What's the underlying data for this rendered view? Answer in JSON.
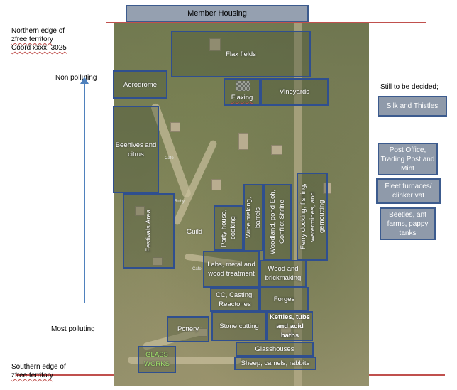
{
  "header": {
    "title": "Member Housing"
  },
  "notes": {
    "north_line1": "Northern edge of",
    "north_line2": "zfree territory",
    "north_line3": "Coord xxxx, 3025",
    "non_polluting": "Non polluting",
    "most_polluting": "Most polluting",
    "south_line1": "Southern edge of",
    "south_line2": "zfree territory",
    "undecided": "Still to be decided;"
  },
  "zones": {
    "flax_fields": "Flax fields",
    "aerodrome": "Aerodrome",
    "flaxing": "Flaxing",
    "vineyards": "Vineyards",
    "beehives": "Beehives and citrus",
    "festivals": "Festivals Area",
    "guild": "Guild",
    "party_house": "Party house, cooking",
    "wine_making": "Wine making, barrels",
    "woodland_pond": "Woodland, pond Eoh, Conflict Shrine",
    "ferry_docking": "Ferry docking, fishing, watermines, and gemcutting",
    "labs": "Labs, metal and wood treatment",
    "wood_brick": "Wood and brickmaking",
    "cc_casting": "CC, Casting, Reactories",
    "forges": "Forges",
    "pottery": "Pottery",
    "stone_cutting": "Stone cutting",
    "kettles": "Kettles, tubs and acid baths",
    "glasshouses": "Glasshouses",
    "glass_works": "GLASS WORKS",
    "sheep": "Sheep, camels, rabbits"
  },
  "undecided_items": [
    "Silk and Thistles",
    "Post Office, Trading Post and Mint",
    "Fleet furnaces/ clinker vat",
    "Beetles, ant farms, pappy tanks"
  ],
  "map_labels": {
    "cafe1": "Cafe",
    "cafe2": "Cafe",
    "ruby": "Ruby"
  },
  "colors": {
    "zone_border": "#2f4f8f",
    "side_box_fill": "#8f9aaa",
    "red_line": "#c0504d",
    "arrow": "#4f81bd"
  }
}
